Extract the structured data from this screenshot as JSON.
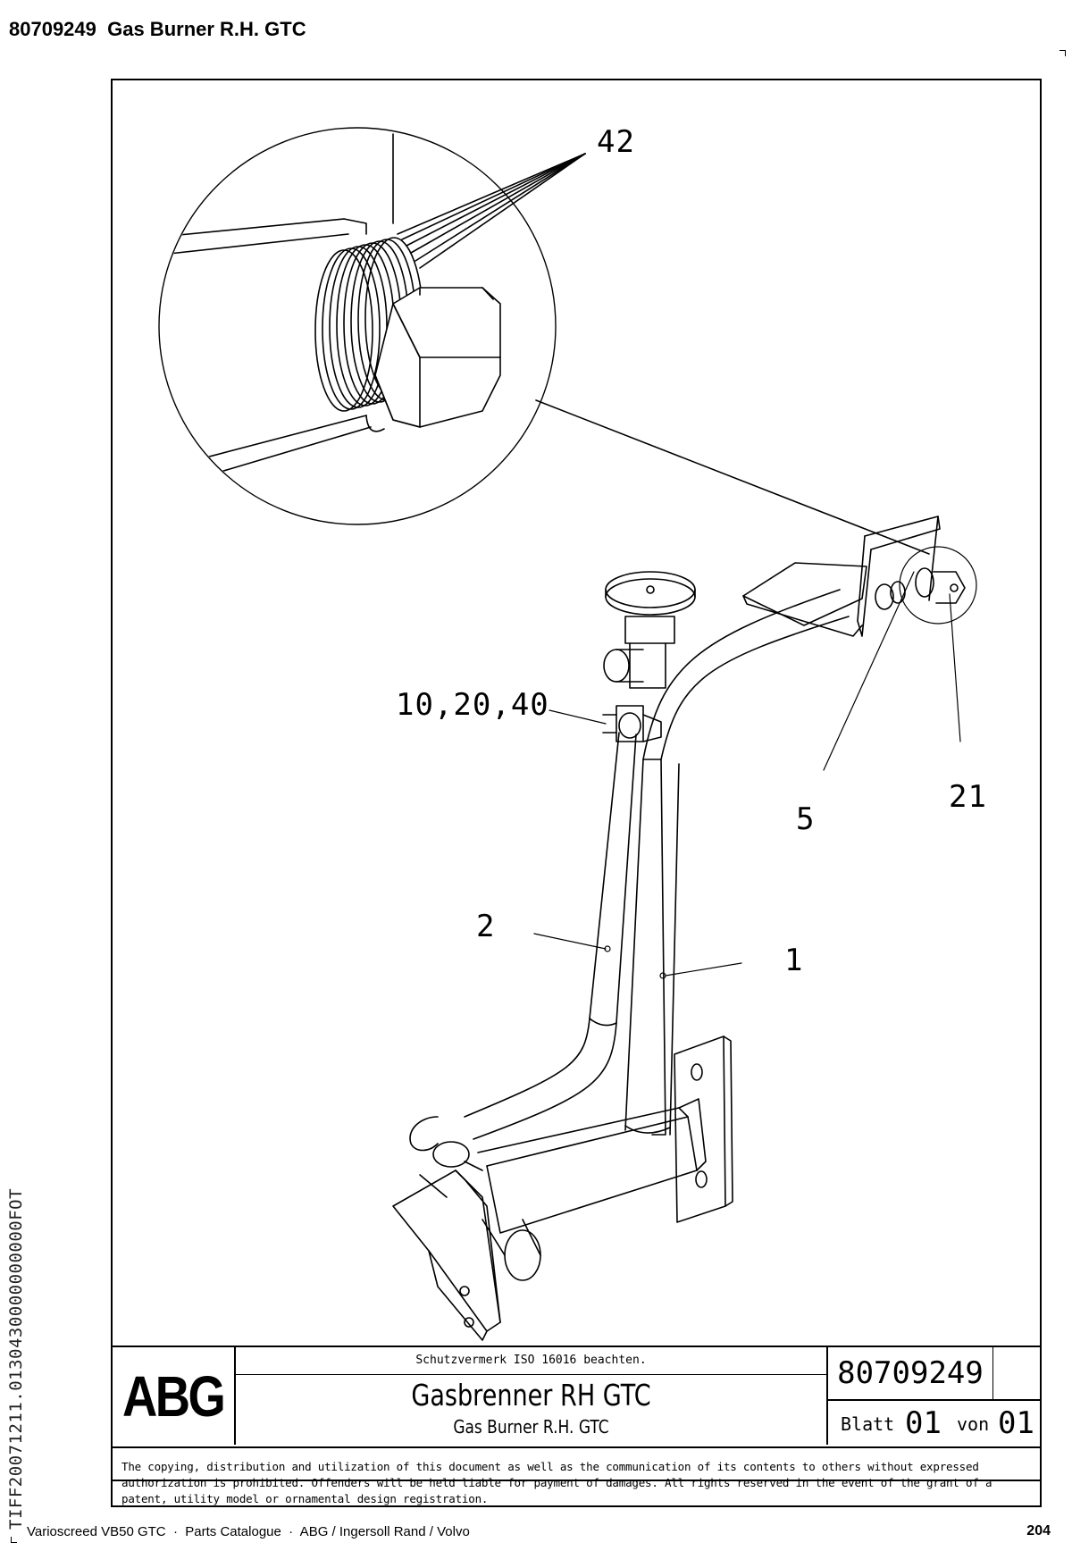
{
  "header": {
    "title": "80709249  Gas Burner R.H. GTC"
  },
  "drawing": {
    "callouts": [
      {
        "id": "42",
        "text": "42"
      },
      {
        "id": "10-20-40",
        "text": "10,20,40"
      },
      {
        "id": "5",
        "text": "5"
      },
      {
        "id": "21",
        "text": "21"
      },
      {
        "id": "2",
        "text": "2"
      },
      {
        "id": "1",
        "text": "1"
      }
    ]
  },
  "title_block": {
    "logo": "ABG",
    "notice": "Schutzvermerk ISO 16016 beachten.",
    "title_de": "Gasbrenner RH GTC",
    "title_en": "Gas Burner R.H. GTC",
    "drawing_number": "80709249",
    "sheet_label": "Blatt",
    "sheet_number": "01",
    "of_label": "von",
    "sheet_total": "01",
    "copyright": "The copying, distribution and utilization of this document as well as the communication of its contents to others without expressed authorization is prohibited. Offenders will be held liable for payment of damages. All rights reserved in the event of the grant of a patent, utility model or ornamental design registration."
  },
  "side_code": "TIFF20071211.0130430000000000FOT",
  "footer": {
    "left": "Varioscreed VB50 GTC  ·  Parts Catalogue  ·  ABG / Ingersoll Rand / Volvo",
    "page": "204"
  }
}
